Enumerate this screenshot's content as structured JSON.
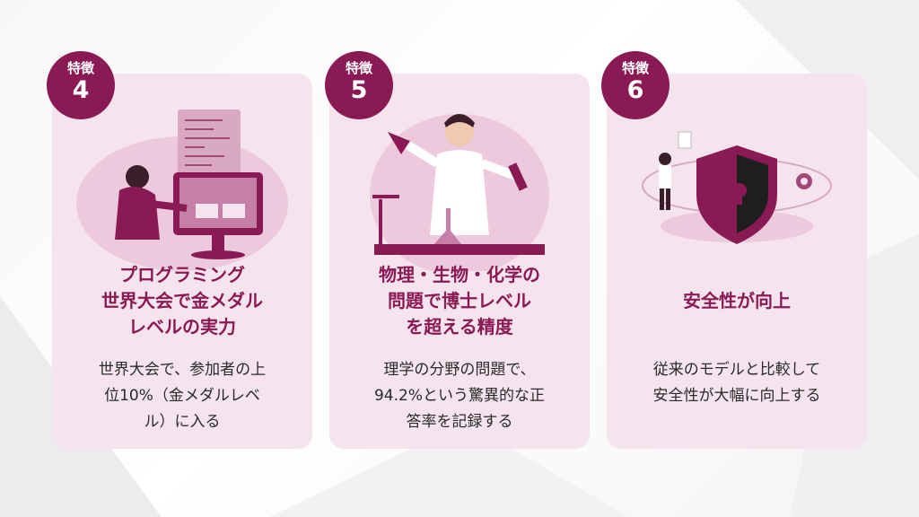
{
  "colors": {
    "accent": "#8a1a54",
    "card_bg": "#f5e4ee",
    "text": "#2a2a2a"
  },
  "cards": [
    {
      "badge_label": "特徴",
      "badge_number": "4",
      "illustration": "programmer-at-monitor",
      "title_lines": [
        "プログラミング",
        "世界大会で金メダル",
        "レベルの実力"
      ],
      "desc_lines": [
        "世界大会で、参加者の上",
        "位10%（金メダルレベ",
        "ル）に入る"
      ]
    },
    {
      "badge_label": "特徴",
      "badge_number": "5",
      "illustration": "scientist-with-flasks",
      "title_lines": [
        "物理・生物・化学の",
        "問題で博士レベル",
        "を超える精度"
      ],
      "desc_lines": [
        "理学の分野の問題で、",
        "94.2%という驚異的な正",
        "答率を記録する"
      ]
    },
    {
      "badge_label": "特徴",
      "badge_number": "6",
      "illustration": "security-shield",
      "title_lines": [
        "安全性が向上"
      ],
      "desc_lines": [
        "従来のモデルと比較して",
        "安全性が大幅に向上する"
      ]
    }
  ]
}
